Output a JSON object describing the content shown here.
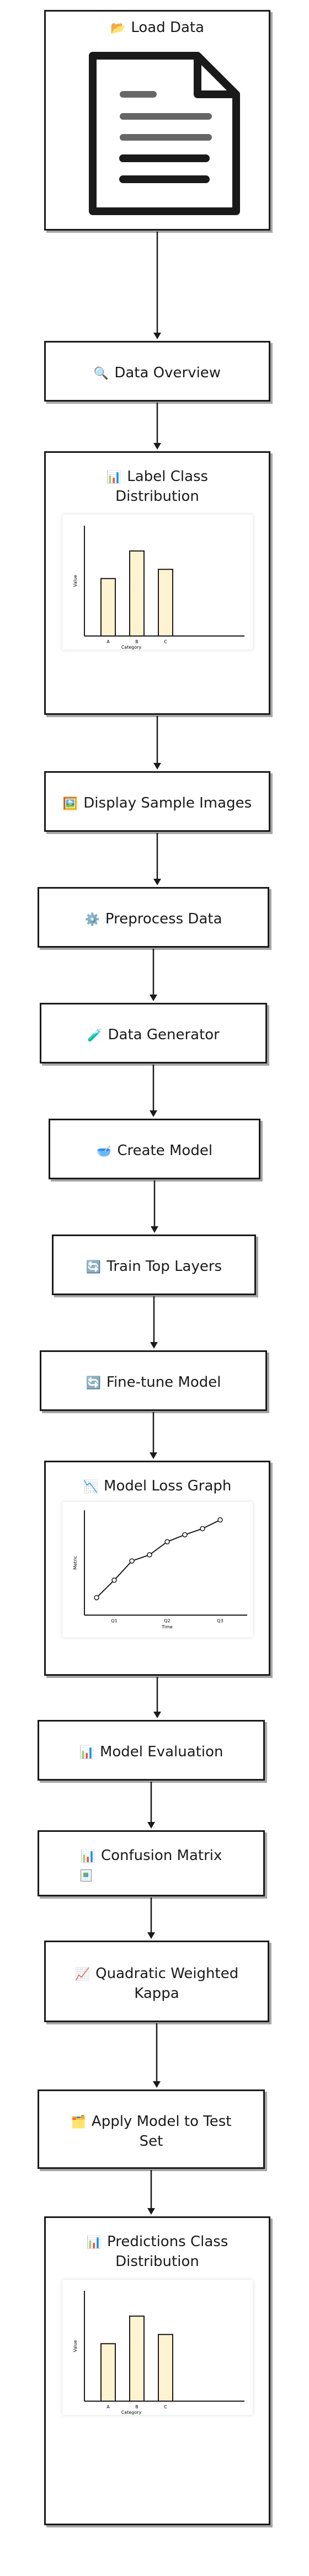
{
  "nodes": [
    {
      "id": "load",
      "label": "Load Data",
      "icon": "folder-icon",
      "emoji": "📂"
    },
    {
      "id": "overview",
      "label": "Data Overview",
      "icon": "magnifier-icon",
      "emoji": "🔍"
    },
    {
      "id": "label_dist",
      "label_line1": "Label Class",
      "label_line2": "Distribution",
      "icon": "bar-chart-icon",
      "emoji": "📊"
    },
    {
      "id": "display",
      "label": "Display Sample Images",
      "icon": "picture-icon",
      "emoji": "🖼️"
    },
    {
      "id": "preprocess",
      "label": "Preprocess Data",
      "icon": "gear-icon",
      "emoji": "⚙️"
    },
    {
      "id": "generator",
      "label": "Data Generator",
      "icon": "test-tube-icon",
      "emoji": "🧪"
    },
    {
      "id": "create",
      "label": "Create Model",
      "icon": "bowl-icon",
      "emoji": "🥣"
    },
    {
      "id": "train",
      "label": "Train Top Layers",
      "icon": "refresh-icon",
      "emoji": "🔄"
    },
    {
      "id": "finetune",
      "label": "Fine-tune Model",
      "icon": "refresh-icon",
      "emoji": "🔄"
    },
    {
      "id": "loss",
      "label": "Model Loss Graph",
      "icon": "line-chart-down-icon",
      "emoji": "📉"
    },
    {
      "id": "evaluation",
      "label": "Model Evaluation",
      "icon": "bar-chart-icon",
      "emoji": "📊"
    },
    {
      "id": "confusion",
      "label": "Confusion Matrix",
      "icon": "bar-chart-icon",
      "emoji": "📊"
    },
    {
      "id": "qwk",
      "label_line1": "Quadratic Weighted",
      "label_line2": "Kappa",
      "icon": "line-chart-up-icon",
      "emoji": "📈"
    },
    {
      "id": "apply",
      "label_line1": "Apply Model to Test",
      "label_line2": "Set",
      "icon": "card-file-icon",
      "emoji": "🗂️"
    },
    {
      "id": "pred_dist",
      "label_line1": "Predictions Class",
      "label_line2": "Distribution",
      "icon": "bar-chart-icon",
      "emoji": "📊"
    }
  ],
  "chart_data": [
    {
      "type": "bar",
      "categories": [
        "A",
        "B",
        "C"
      ],
      "values": [
        25,
        37,
        29
      ],
      "xlabel": "Category",
      "ylabel": "Value",
      "ylim": [
        0,
        48
      ]
    },
    {
      "type": "line",
      "x": [
        "",
        "Q1",
        "",
        "",
        "Q2",
        "",
        "",
        "Q3"
      ],
      "values": [
        2,
        4,
        6.2,
        6.9,
        8.4,
        9.2,
        9.9,
        10.9
      ],
      "xlabel": "Time",
      "ylabel": "Metric",
      "ylim": [
        0,
        12
      ]
    },
    {
      "type": "bar",
      "categories": [
        "A",
        "B",
        "C"
      ],
      "values": [
        25,
        37,
        29
      ],
      "xlabel": "Category",
      "ylabel": "Value",
      "ylim": [
        0,
        48
      ]
    }
  ]
}
